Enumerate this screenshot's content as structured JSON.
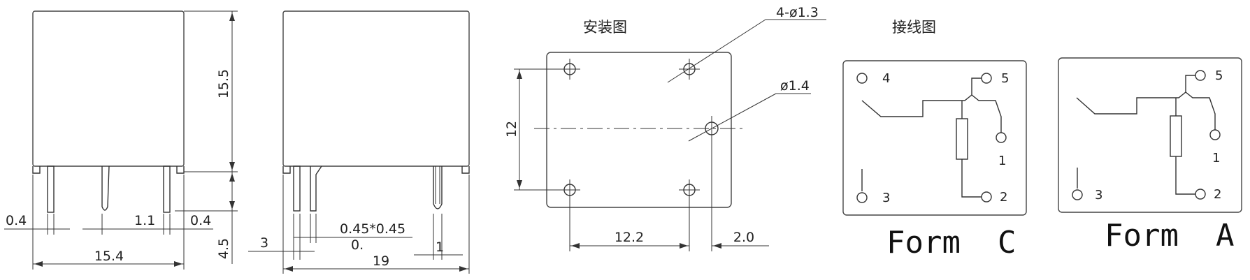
{
  "front_view": {
    "height_label": "15.5",
    "pin_length_label": "4.5",
    "width_label": "15.4",
    "pitch_label": "1.1",
    "left_pin_label": "0.4",
    "right_pin_label": "0.4"
  },
  "side_view": {
    "offset_label": "3",
    "pin_section_label": "0.45*0.45",
    "sub_label": "0.",
    "width_label": "19",
    "pin_label": "1"
  },
  "mounting": {
    "title": "安装图",
    "hole_label": "4-ø1.3",
    "center_hole_label": "ø1.4",
    "vertical_label": "12",
    "horizontal_label": "12.2",
    "edge_label": "2.0"
  },
  "wiring": {
    "title": "接线图",
    "form_c": {
      "label": "Form  C",
      "pins": [
        "4",
        "5",
        "1",
        "3",
        "2"
      ]
    },
    "form_a": {
      "label": "Form  A",
      "pins": [
        "5",
        "1",
        "3",
        "2"
      ]
    }
  }
}
